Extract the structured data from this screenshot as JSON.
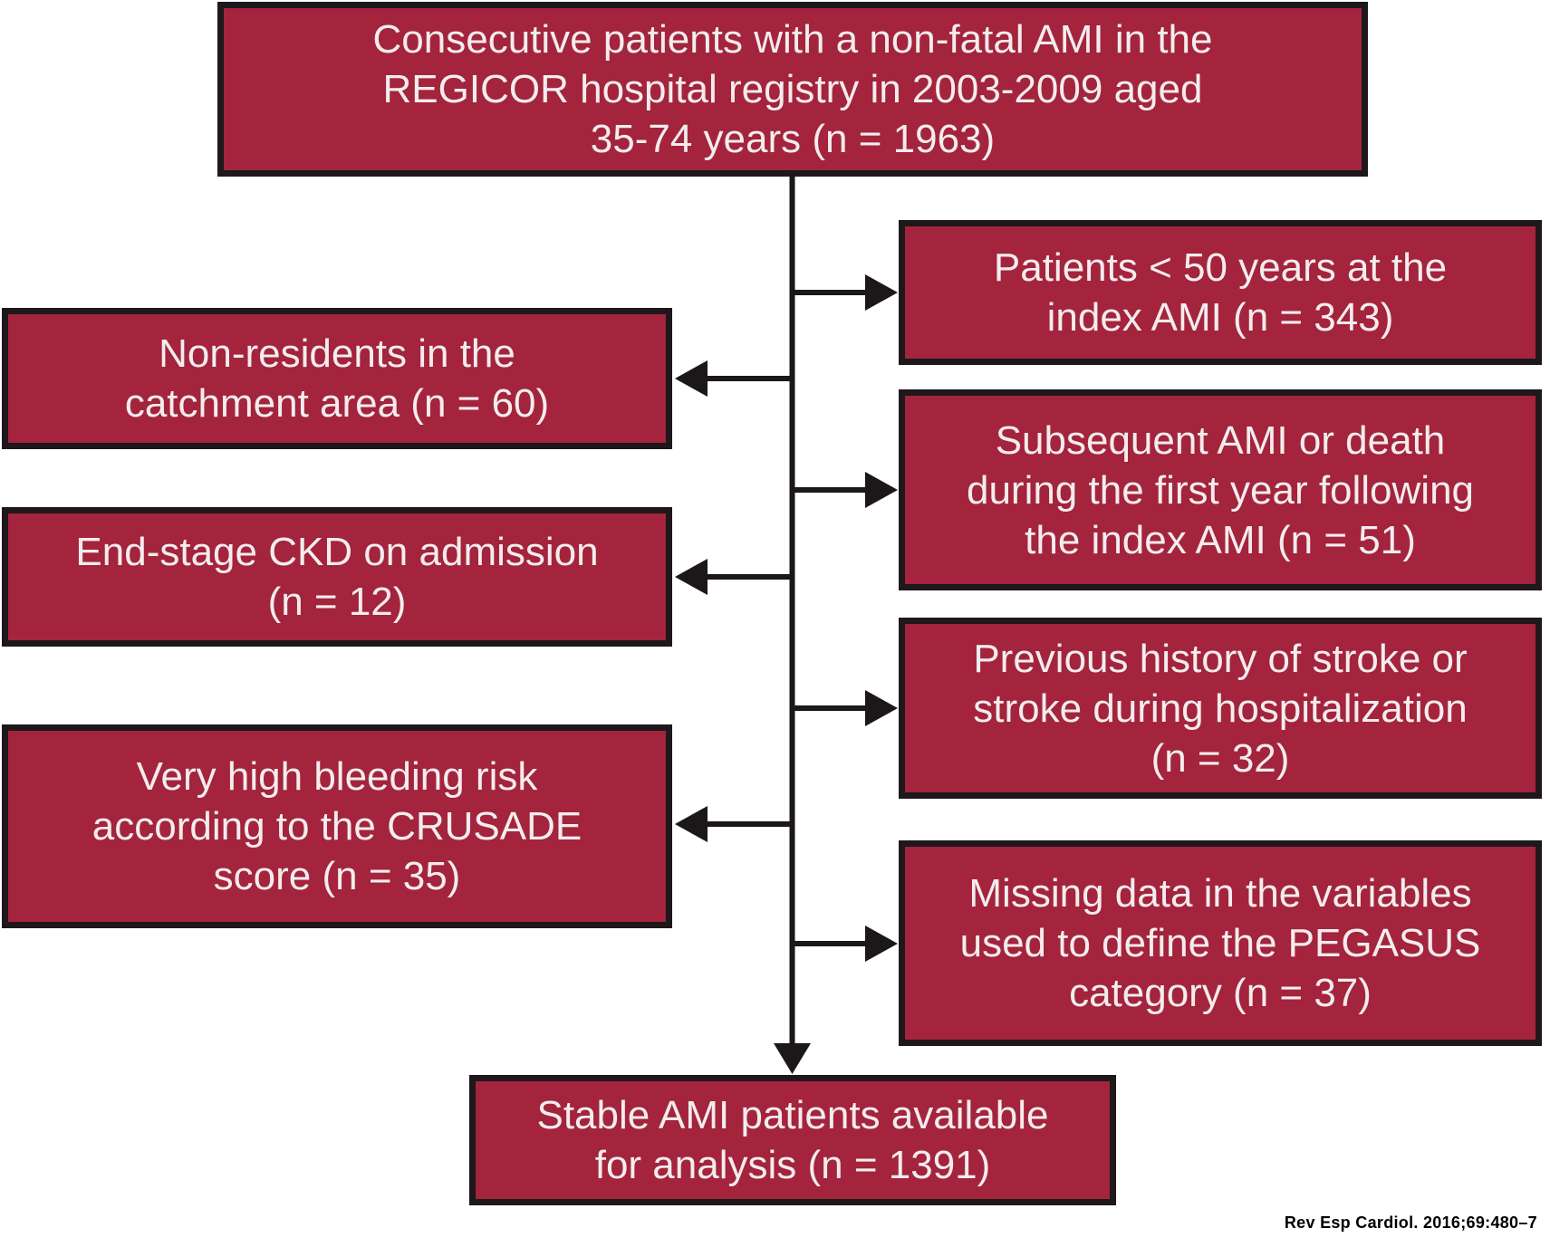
{
  "flowchart": {
    "source": {
      "lines": [
        "Consecutive patients with a non-fatal AMI in the",
        "REGICOR hospital registry in 2003-2009 aged",
        "35-74 years (n = 1963)"
      ]
    },
    "right_exclusions": [
      {
        "lines": [
          "Patients < 50 years at the",
          "index AMI (n = 343)"
        ]
      },
      {
        "lines": [
          "Subsequent AMI or death",
          "during the first year following",
          "the index AMI (n = 51)"
        ]
      },
      {
        "lines": [
          "Previous history of stroke or",
          "stroke during hospitalization",
          "(n = 32)"
        ]
      },
      {
        "lines": [
          "Missing data in the variables",
          "used to define the PEGASUS",
          "category (n = 37)"
        ]
      }
    ],
    "left_exclusions": [
      {
        "lines": [
          "Non-residents in the",
          "catchment area (n = 60)"
        ]
      },
      {
        "lines": [
          "End-stage CKD on admission",
          "(n = 12)"
        ]
      },
      {
        "lines": [
          "Very high bleeding risk",
          "according to the CRUSADE",
          "score (n = 35)"
        ]
      }
    ],
    "result": {
      "lines": [
        "Stable AMI patients available",
        "for analysis (n = 1391)"
      ]
    },
    "citation": "Rev Esp Cardiol. 2016;69:480–7"
  },
  "colors": {
    "box_fill": "#A3243C",
    "box_border": "#1E171B",
    "box_text": "#F3ECEE",
    "connector": "#1C1719",
    "background": "#FFFFFF",
    "citation_text": "#000000"
  }
}
